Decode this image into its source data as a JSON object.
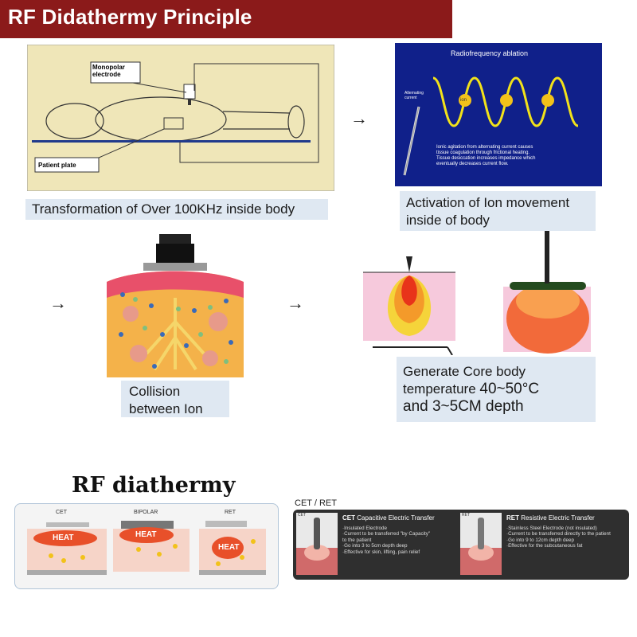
{
  "title": "RF Didathermy Principle",
  "panel1": {
    "labels": {
      "electrode": "Monopolar electrode",
      "plate": "Patient plate"
    },
    "caption": "Transformation of Over 100KHz inside body"
  },
  "panel2": {
    "heading": "Radiofrequency ablation",
    "current_label": "Alternating current",
    "ion_label": "ion",
    "description": [
      "Ionic agitation from alternating current causes",
      "tissue coagulation through frictional heating.",
      "Tissue desiccation increases impedance which",
      "eventually decreases current flow."
    ],
    "caption_lines": [
      "Activation of Ion movement",
      "inside of body"
    ]
  },
  "panel3": {
    "caption_lines": [
      "Collision",
      "between Ion"
    ]
  },
  "panel4": {
    "caption_line1": "Generate Core body",
    "caption_line2_text": "temperature ",
    "caption_line2_value": "40~50°C",
    "caption_line3_text": "and ",
    "caption_line3_value": "3~5CM depth"
  },
  "arrows": [
    "→",
    "→",
    "→"
  ],
  "rf_diathermy": {
    "title": "RF diathermy",
    "modes": [
      "CET",
      "BIPOLAR",
      "RET"
    ],
    "heat_label": "HEAT"
  },
  "cet_ret": {
    "title": "CET / RET",
    "cet": {
      "tag": "CET",
      "abbr": "CET",
      "name": "Capacitive Electric Transfer",
      "bullets": [
        "·Insulated Electrode",
        "·Current to be transferred \"by Capacity\"",
        "  to the patient",
        "·Go into 3 to 5cm depth deep",
        "·Effective for skin, lifting, pain relief"
      ]
    },
    "ret": {
      "tag": "RET",
      "abbr": "RET",
      "name": "Resistive Electric Transfer",
      "bullets": [
        "·Stainless Steel Electrode (not insulated)",
        "·Current to be transferred directly to the patient",
        "·Go into 9 to 12cm depth deep",
        "·Effective for the subcutaneous fat"
      ]
    }
  },
  "colors": {
    "title_bar": "#8b1a1a",
    "caption_bg": "#dfe8f2",
    "panel1_bg": "#efe6b8",
    "panel2_bg": "#10208a"
  }
}
